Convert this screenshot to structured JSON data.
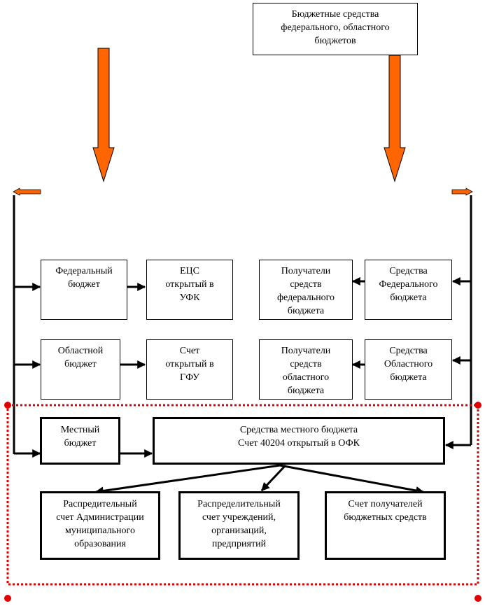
{
  "source_box": {
    "lines": [
      "Бюджетные средства",
      "федерального, областного",
      "бюджетов"
    ]
  },
  "federal_budget": {
    "lines": [
      "Федеральный",
      "бюджет"
    ]
  },
  "ecs_ufk": {
    "lines": [
      "ЕЦС",
      "открытый в",
      "УФК"
    ]
  },
  "federal_recipients": {
    "lines": [
      "Получатели",
      "средств",
      "федерального",
      "бюджета"
    ]
  },
  "federal_funds": {
    "lines": [
      "Средства",
      "Федерального",
      "бюджета"
    ]
  },
  "regional_budget": {
    "lines": [
      "Областной",
      "бюджет"
    ]
  },
  "account_gfu": {
    "lines": [
      "Счет",
      "открытый в",
      "ГФУ"
    ]
  },
  "regional_recipients": {
    "lines": [
      "Получатели",
      "средств",
      "областного",
      "бюджета"
    ]
  },
  "regional_funds": {
    "lines": [
      "Средства",
      "Областного",
      "бюджета"
    ]
  },
  "local_budget": {
    "lines": [
      "Местный",
      "бюджет"
    ]
  },
  "local_funds": {
    "lines": [
      "Средства местного бюджета",
      "Счет 40204 открытый в ОФК"
    ]
  },
  "admin_account": {
    "lines": [
      "Распредительный",
      "счет Администрации",
      "муниципального",
      "образования"
    ]
  },
  "institutions_account": {
    "lines": [
      "Распределительный",
      "счет учреждений,",
      "организаций,",
      "предприятий"
    ]
  },
  "recipients_account": {
    "lines": [
      "Счет получателей",
      "бюджетных средств"
    ]
  },
  "colors": {
    "orange": "#FF6600",
    "dotted_red": "#E00000",
    "black": "#000000"
  }
}
